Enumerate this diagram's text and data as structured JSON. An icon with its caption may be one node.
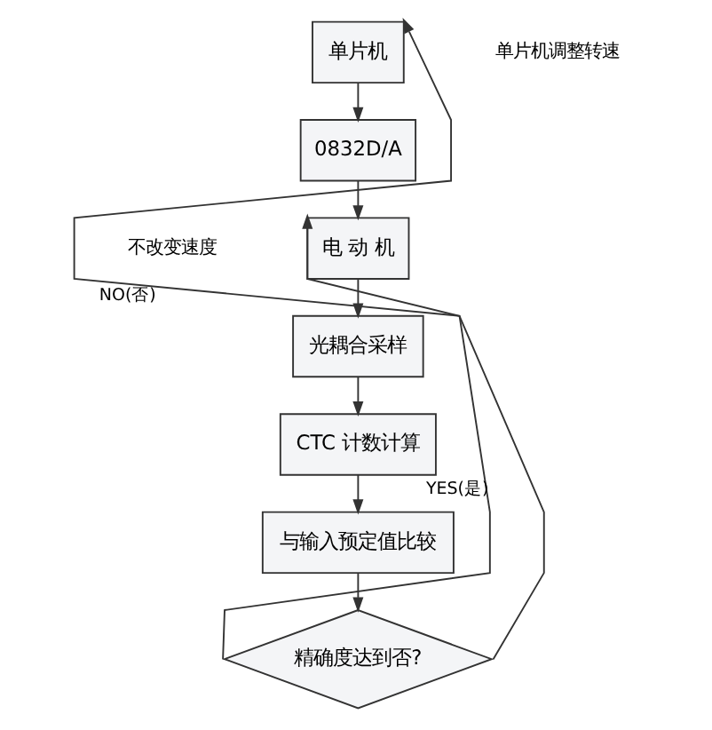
{
  "diagram": {
    "nodes": [
      {
        "text": [
          "单片机"
        ]
      },
      {
        "text": [
          "0832D/A"
        ]
      },
      {
        "text": [
          "电 动 机"
        ]
      },
      {
        "text": [
          "光耦合采样"
        ]
      },
      {
        "text": [
          "CTC 计数计算"
        ]
      },
      {
        "text": [
          "与输入预定值比较"
        ]
      },
      {
        "text": [
          "精确度达到否?"
        ]
      }
    ],
    "edges": [
      {
        "from": 0,
        "to": 1,
        "arrow": "to"
      },
      {
        "from": 1,
        "to": 2,
        "arrow": "to"
      },
      {
        "from": 2,
        "to": 3,
        "arrow": "to"
      },
      {
        "from": 3,
        "to": 4,
        "arrow": "to"
      },
      {
        "from": 4,
        "to": 5,
        "arrow": "to"
      },
      {
        "from": 5,
        "to": 6,
        "arrow": "to"
      },
      {
        "from": 6,
        "to": 2,
        "arrow": "to",
        "label": "YES(是)"
      },
      {
        "from": 6,
        "to": 0,
        "arrow": "to",
        "label": "NO(否)"
      }
    ],
    "labels": [
      "单片机调整转速",
      "不改变速度"
    ]
  }
}
